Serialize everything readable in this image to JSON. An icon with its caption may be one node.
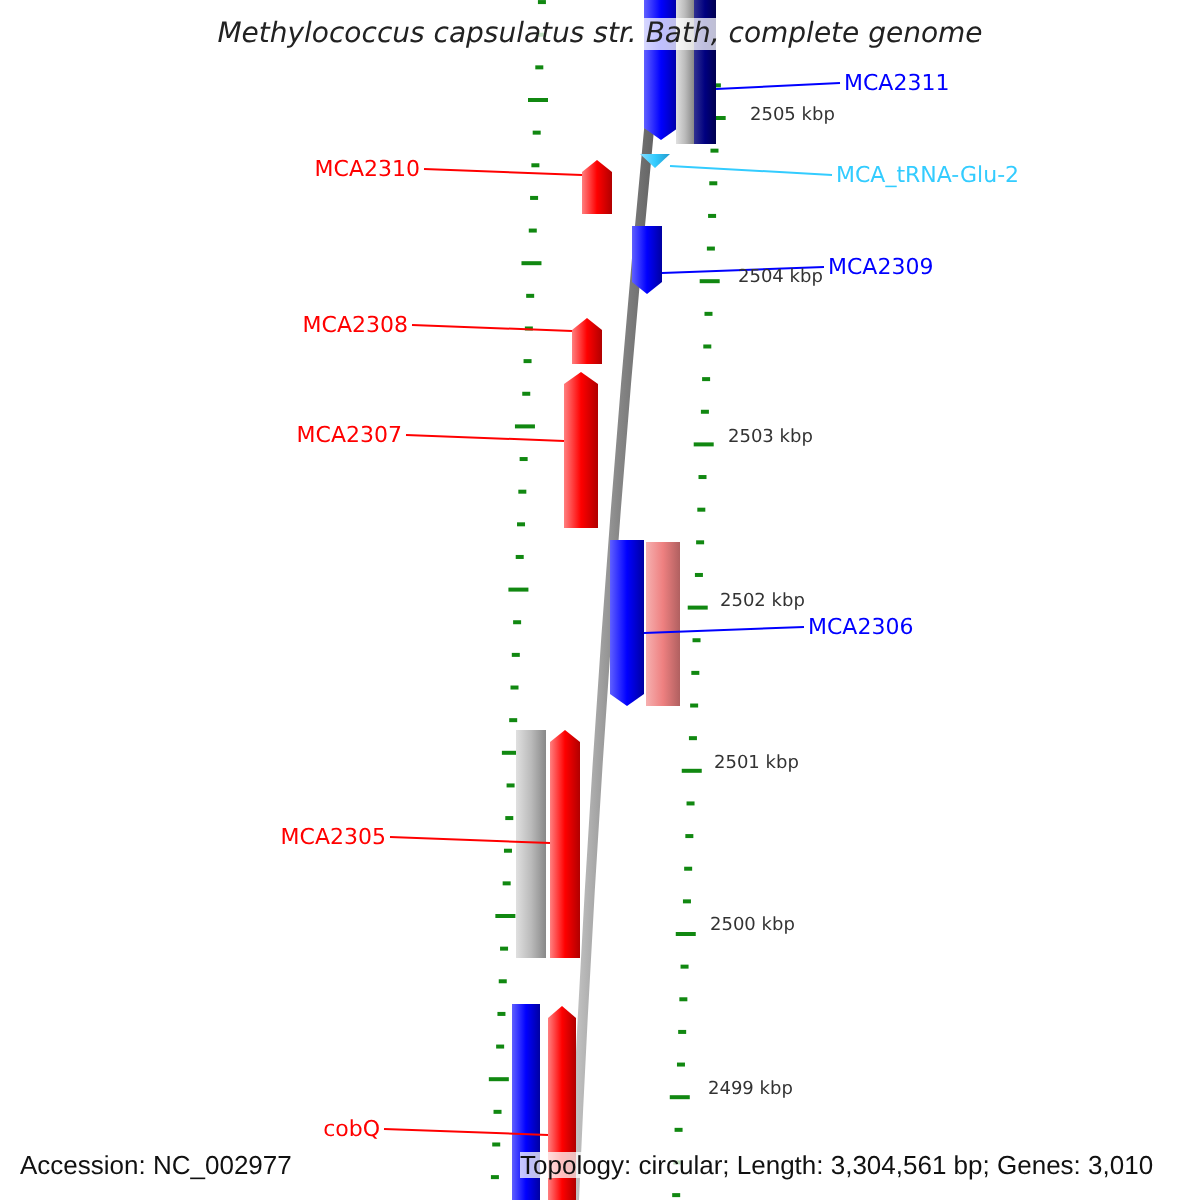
{
  "diagram": {
    "title": "Methylococcus capsulatus str. Bath, complete genome",
    "nodes": [
      {
        "text": [
          "MCA2311"
        ]
      },
      {
        "text": [],
        "shape": "bar"
      },
      {
        "text": [
          "MCA_tRNA-Glu-2"
        ]
      },
      {
        "text": [],
        "shape": "triangle"
      },
      {
        "text": [
          "MCA2310"
        ]
      },
      {
        "text": [],
        "shape": "arrow"
      },
      {
        "text": [
          "MCA2309"
        ]
      },
      {
        "text": [],
        "shape": "arrow"
      },
      {
        "text": [
          "MCA2308"
        ]
      },
      {
        "text": [],
        "shape": "arrow"
      },
      {
        "text": [
          "MCA2307"
        ]
      },
      {
        "text": [],
        "shape": "arrow"
      },
      {
        "text": [
          "MCA2306"
        ]
      },
      {
        "text": [],
        "shape": "arrow"
      },
      {
        "text": [
          "MCA2305"
        ]
      },
      {
        "text": [],
        "shape": "arrow"
      },
      {
        "text": [
          "cobQ"
        ]
      },
      {
        "text": [],
        "shape": "arrow"
      },
      {
        "text": [],
        "shape": "arrow"
      },
      {
        "text": [],
        "shape": "bar"
      },
      {
        "text": [],
        "shape": "bar"
      },
      {
        "text": [],
        "shape": "bar"
      },
      {
        "text": [],
        "shape": "bar"
      }
    ],
    "edges": [
      {
        "from": 0,
        "to": 1,
        "arrow": "none",
        "color": "#0000ff"
      },
      {
        "from": 2,
        "to": 3,
        "arrow": "none",
        "color": "#33ccff"
      },
      {
        "from": 4,
        "to": 5,
        "arrow": "none"
      },
      {
        "from": 6,
        "to": 7,
        "arrow": "none",
        "color": "#0000ff"
      },
      {
        "from": 8,
        "to": 9,
        "arrow": "none"
      },
      {
        "from": 10,
        "to": 11,
        "arrow": "none"
      },
      {
        "from": 12,
        "to": 13,
        "arrow": "none",
        "color": "#0000ff"
      },
      {
        "from": 14,
        "to": 15,
        "arrow": "none"
      },
      {
        "from": 16,
        "to": 17,
        "arrow": "none"
      }
    ],
    "labels": [
      "2505 kbp",
      "2504 kbp",
      "2503 kbp",
      "2502 kbp",
      "2501 kbp",
      "2500 kbp",
      "2499 kbp",
      "Accession: NC_002977",
      "Topology: circular; Length: 3,304,561 bp; Genes: 3,010"
    ]
  }
}
